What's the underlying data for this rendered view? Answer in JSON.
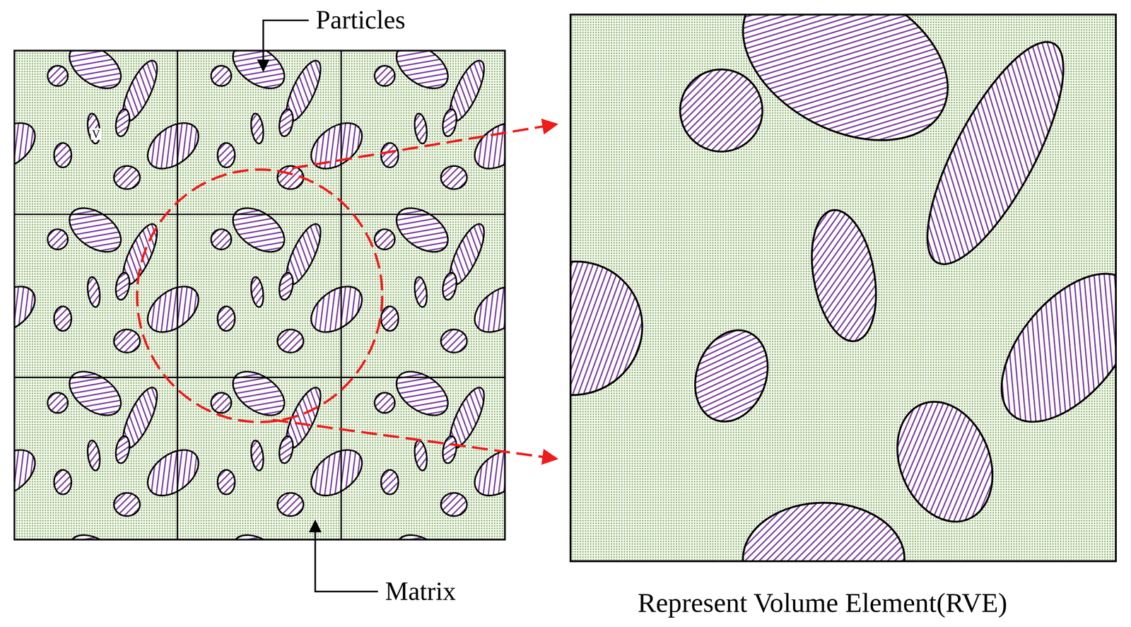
{
  "diagram": {
    "labels": [
      "Particles",
      "V",
      "Matrix",
      "Represent Volume Element(RVE)"
    ]
  }
}
